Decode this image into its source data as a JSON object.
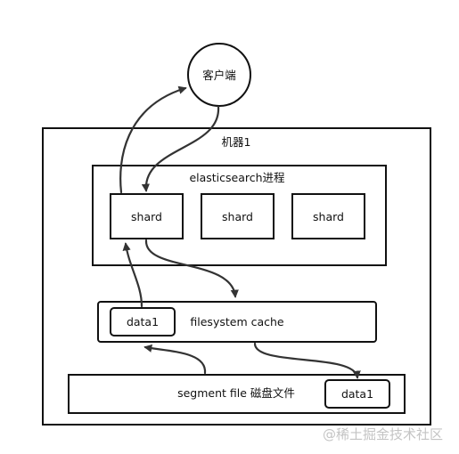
{
  "client": {
    "label": "客户端"
  },
  "machine": {
    "label": "机器1"
  },
  "es_process": {
    "label": "elasticsearch进程"
  },
  "shards": [
    {
      "label": "shard"
    },
    {
      "label": "shard"
    },
    {
      "label": "shard"
    }
  ],
  "cache": {
    "label": "filesystem cache",
    "data_label": "data1"
  },
  "disk": {
    "label": "segment file 磁盘文件",
    "data_label": "data1"
  },
  "watermark": {
    "text": "@稀土掘金技术社区"
  }
}
